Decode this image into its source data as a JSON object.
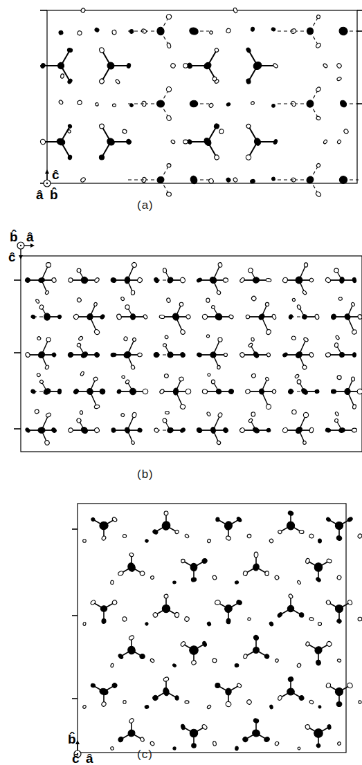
{
  "diagram": {
    "labels": [
      "ĉ",
      "â",
      "b̂",
      "(a)",
      "b̂",
      "â",
      "ĉ",
      "(b)",
      "b̂",
      "ĉ",
      "â",
      "(c)"
    ]
  }
}
